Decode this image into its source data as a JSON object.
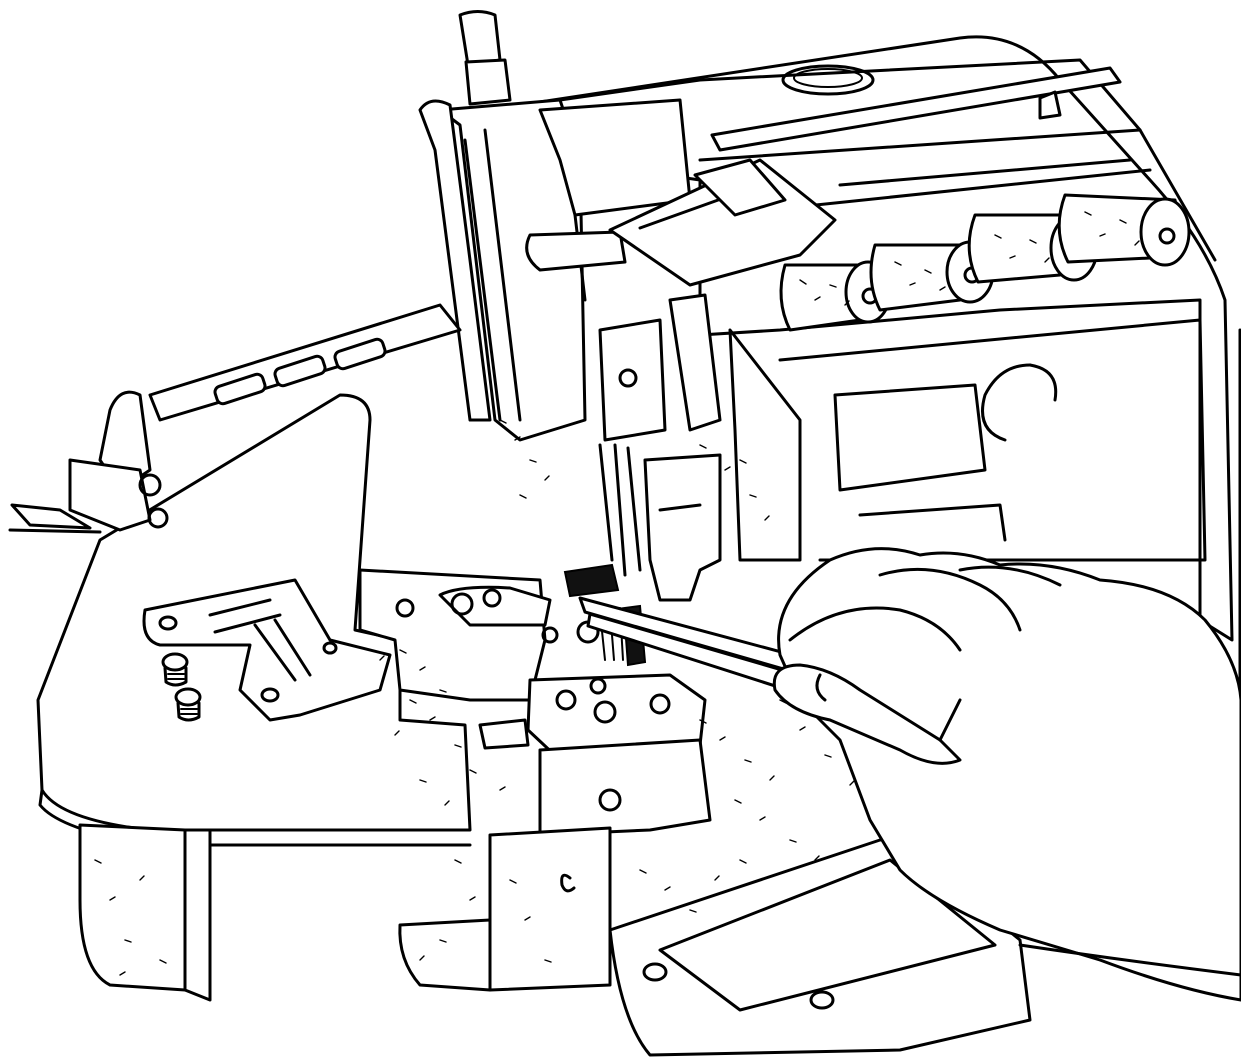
{
  "figure": {
    "subject": "overlock-sewing-machine-maintenance-illustration",
    "style": "black-and-white line art",
    "colors": {
      "ink": "#000000",
      "paper": "#ffffff"
    },
    "components": [
      "machine-body",
      "thread-spools",
      "thread-guide-cover",
      "presser-foot-lifter",
      "presser-foot",
      "throat-plate",
      "throat-plate-screws",
      "feed-dog",
      "needle-bar",
      "cloth-plate",
      "tweezers",
      "hand"
    ]
  }
}
